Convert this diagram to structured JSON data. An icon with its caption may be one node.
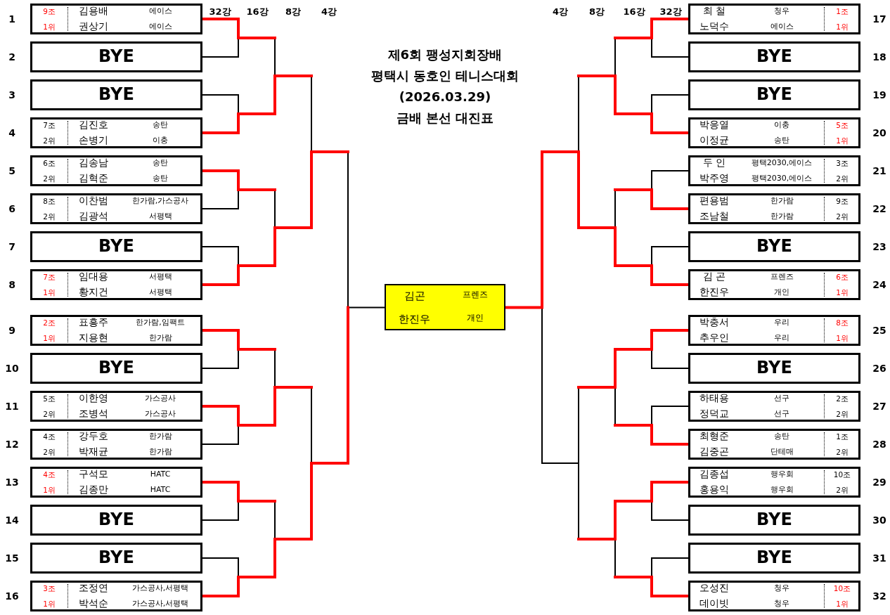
{
  "diagram": {
    "title": "제6회 팽성지회장배 평택시 동호인 테니스대회 (2026.03.29) 금배 본선 대진표",
    "nodes": [
      {
        "text": [
          "9조",
          "김용배",
          "에이스",
          "1위",
          "권상기",
          "에이스"
        ],
        "beside": [
          "1"
        ]
      },
      {
        "text": [
          "BYE"
        ],
        "beside": [
          "2"
        ]
      },
      {
        "text": [
          "BYE"
        ],
        "beside": [
          "3"
        ]
      },
      {
        "text": [
          "7조",
          "김진호",
          "송탄",
          "2위",
          "손병기",
          "이충"
        ],
        "beside": [
          "4"
        ]
      },
      {
        "text": [
          "6조",
          "김송남",
          "송탄",
          "2위",
          "김혁준",
          "송탄"
        ],
        "beside": [
          "5"
        ]
      },
      {
        "text": [
          "8조",
          "이찬범",
          "한가람,가스공사",
          "2위",
          "김광석",
          "서평택"
        ],
        "beside": [
          "6"
        ]
      },
      {
        "text": [
          "BYE"
        ],
        "beside": [
          "7"
        ]
      },
      {
        "text": [
          "7조",
          "임대용",
          "서평택",
          "1위",
          "황지건",
          "서평택"
        ],
        "beside": [
          "8"
        ]
      },
      {
        "text": [
          "2조",
          "표흥주",
          "한가람,임팩트",
          "1위",
          "지용현",
          "한가람"
        ],
        "beside": [
          "9"
        ]
      },
      {
        "text": [
          "BYE"
        ],
        "beside": [
          "10"
        ]
      },
      {
        "text": [
          "5조",
          "이한영",
          "가스공사",
          "2위",
          "조병석",
          "가스공사"
        ],
        "beside": [
          "11"
        ]
      },
      {
        "text": [
          "4조",
          "강두호",
          "한가람",
          "2위",
          "박재균",
          "한가람"
        ],
        "beside": [
          "12"
        ]
      },
      {
        "text": [
          "4조",
          "구석모",
          "HATC",
          "1위",
          "김종만",
          "HATC"
        ],
        "beside": [
          "13"
        ]
      },
      {
        "text": [
          "BYE"
        ],
        "beside": [
          "14"
        ]
      },
      {
        "text": [
          "BYE"
        ],
        "beside": [
          "15"
        ]
      },
      {
        "text": [
          "3조",
          "조정연",
          "가스공사,서평택",
          "1위",
          "박석순",
          "가스공사,서평택"
        ],
        "beside": [
          "16"
        ]
      },
      {
        "text": [
          "최 철",
          "청우",
          "1조",
          "노덕수",
          "에이스",
          "1위"
        ],
        "beside": [
          "17"
        ]
      },
      {
        "text": [
          "BYE"
        ],
        "beside": [
          "18"
        ]
      },
      {
        "text": [
          "BYE"
        ],
        "beside": [
          "19"
        ]
      },
      {
        "text": [
          "박응열",
          "이충",
          "5조",
          "이정균",
          "송탄",
          "1위"
        ],
        "beside": [
          "20"
        ]
      },
      {
        "text": [
          "두 인",
          "평택2030,에이스",
          "3조",
          "박주영",
          "평택2030,에이스",
          "2위"
        ],
        "beside": [
          "21"
        ]
      },
      {
        "text": [
          "편용범",
          "한가람",
          "9조",
          "조남철",
          "한가람",
          "2위"
        ],
        "beside": [
          "22"
        ]
      },
      {
        "text": [
          "BYE"
        ],
        "beside": [
          "23"
        ]
      },
      {
        "text": [
          "김 곤",
          "프렌즈",
          "6조",
          "한진우",
          "개인",
          "1위"
        ],
        "beside": [
          "24"
        ]
      },
      {
        "text": [
          "박충서",
          "우리",
          "8조",
          "추우인",
          "우리",
          "1위"
        ],
        "beside": [
          "25"
        ]
      },
      {
        "text": [
          "BYE"
        ],
        "beside": [
          "26"
        ]
      },
      {
        "text": [
          "하태용",
          "선구",
          "2조",
          "정덕교",
          "선구",
          "2위"
        ],
        "beside": [
          "27"
        ]
      },
      {
        "text": [
          "최형준",
          "송탄",
          "1조",
          "김중곤",
          "단테매",
          "2위"
        ],
        "beside": [
          "28"
        ]
      },
      {
        "text": [
          "김종섭",
          "행우회",
          "10조",
          "홍용익",
          "행우회",
          "2위"
        ],
        "beside": [
          "29"
        ]
      },
      {
        "text": [
          "BYE"
        ],
        "beside": [
          "30"
        ]
      },
      {
        "text": [
          "BYE"
        ],
        "beside": [
          "31"
        ]
      },
      {
        "text": [
          "오성진",
          "청우",
          "10조",
          "데이빗",
          "청우",
          "1위"
        ],
        "beside": [
          "32"
        ]
      },
      {
        "text": [
          "김곤",
          "프렌즈",
          "한진우",
          "개인"
        ]
      }
    ],
    "edges": [
      {
        "from": 0,
        "to": null,
        "arrow": "none",
        "color": "#ff0000",
        "style": "thick"
      },
      {
        "from": 1,
        "to": null,
        "arrow": "none"
      },
      {
        "from": 2,
        "to": null,
        "arrow": "none"
      },
      {
        "from": 3,
        "to": null,
        "arrow": "none",
        "color": "#ff0000",
        "style": "thick"
      },
      {
        "from": 4,
        "to": null,
        "arrow": "none",
        "color": "#ff0000",
        "style": "thick"
      },
      {
        "from": 5,
        "to": null,
        "arrow": "none"
      },
      {
        "from": 6,
        "to": null,
        "arrow": "none"
      },
      {
        "from": 7,
        "to": null,
        "arrow": "none",
        "color": "#ff0000",
        "style": "thick"
      },
      {
        "from": 8,
        "to": null,
        "arrow": "none",
        "color": "#ff0000",
        "style": "thick"
      },
      {
        "from": 9,
        "to": null,
        "arrow": "none"
      },
      {
        "from": 10,
        "to": null,
        "arrow": "none",
        "color": "#ff0000",
        "style": "thick"
      },
      {
        "from": 11,
        "to": null,
        "arrow": "none"
      },
      {
        "from": 12,
        "to": null,
        "arrow": "none",
        "color": "#ff0000",
        "style": "thick"
      },
      {
        "from": 13,
        "to": null,
        "arrow": "none"
      },
      {
        "from": 14,
        "to": null,
        "arrow": "none"
      },
      {
        "from": 15,
        "to": null,
        "arrow": "none",
        "color": "#ff0000",
        "style": "thick"
      },
      {
        "from": 16,
        "to": null,
        "arrow": "none",
        "color": "#ff0000",
        "style": "thick"
      },
      {
        "from": 17,
        "to": null,
        "arrow": "none"
      },
      {
        "from": 18,
        "to": null,
        "arrow": "none"
      },
      {
        "from": 19,
        "to": null,
        "arrow": "none",
        "color": "#ff0000",
        "style": "thick"
      },
      {
        "from": 20,
        "to": null,
        "arrow": "none"
      },
      {
        "from": 21,
        "to": null,
        "arrow": "none",
        "color": "#ff0000",
        "style": "thick"
      },
      {
        "from": 22,
        "to": null,
        "arrow": "none"
      },
      {
        "from": 23,
        "to": 32,
        "arrow": "none",
        "color": "#ff0000",
        "style": "thick"
      },
      {
        "from": 24,
        "to": null,
        "arrow": "none",
        "color": "#ff0000",
        "style": "thick"
      },
      {
        "from": 25,
        "to": null,
        "arrow": "none"
      },
      {
        "from": 26,
        "to": null,
        "arrow": "none"
      },
      {
        "from": 27,
        "to": null,
        "arrow": "none",
        "color": "#ff0000",
        "style": "thick"
      },
      {
        "from": 28,
        "to": null,
        "arrow": "none",
        "color": "#ff0000",
        "style": "thick"
      },
      {
        "from": 29,
        "to": null,
        "arrow": "none"
      },
      {
        "from": 30,
        "to": null,
        "arrow": "none"
      },
      {
        "from": 31,
        "to": null,
        "arrow": "none",
        "color": "#ff0000",
        "style": "thick"
      },
      {
        "from": null,
        "to": 32,
        "arrow": "none"
      }
    ],
    "labels": [
      "32강",
      "16강",
      "8강",
      "4강",
      "4강",
      "8강",
      "16강",
      "32강"
    ]
  }
}
